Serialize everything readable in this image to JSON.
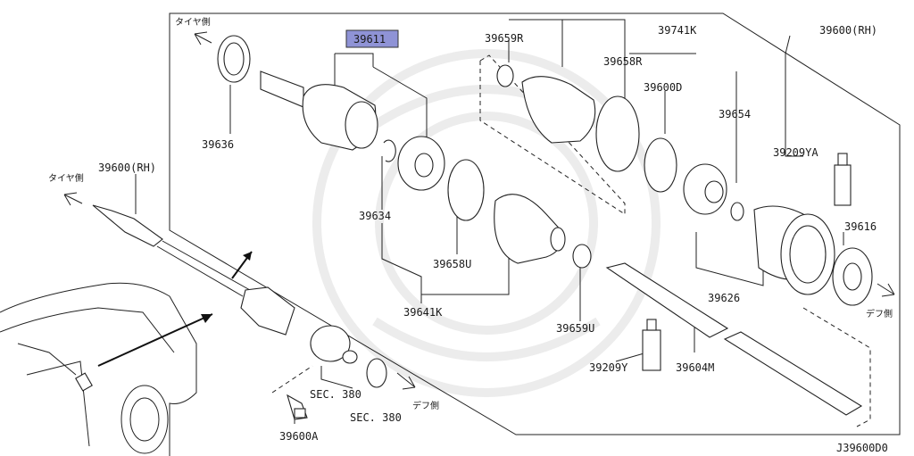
{
  "diagram": {
    "code": "J39600D0",
    "highlighted": "39611",
    "labels": {
      "l39611": "39611",
      "l39636": "39636",
      "l39634": "39634",
      "l39658U": "39658U",
      "l39641K": "39641K",
      "l39659R": "39659R",
      "l39658R": "39658R",
      "l39741K": "39741K",
      "l39600RH_top": "39600(RH)",
      "l39600D": "39600D",
      "l39654": "39654",
      "l39209YA": "39209YA",
      "l39616": "39616",
      "l39626": "39626",
      "l39659U": "39659U",
      "l39209Y": "39209Y",
      "l39604M": "39604M",
      "l39600RH_left": "39600(RH)",
      "lSEC380a": "SEC. 380",
      "lSEC380b": "SEC. 380",
      "l39600A": "39600A"
    },
    "directions": {
      "tire_top": "タイヤ側",
      "tire_left": "タイヤ側",
      "diff_right": "デフ側",
      "diff_bottom": "デフ側"
    }
  }
}
